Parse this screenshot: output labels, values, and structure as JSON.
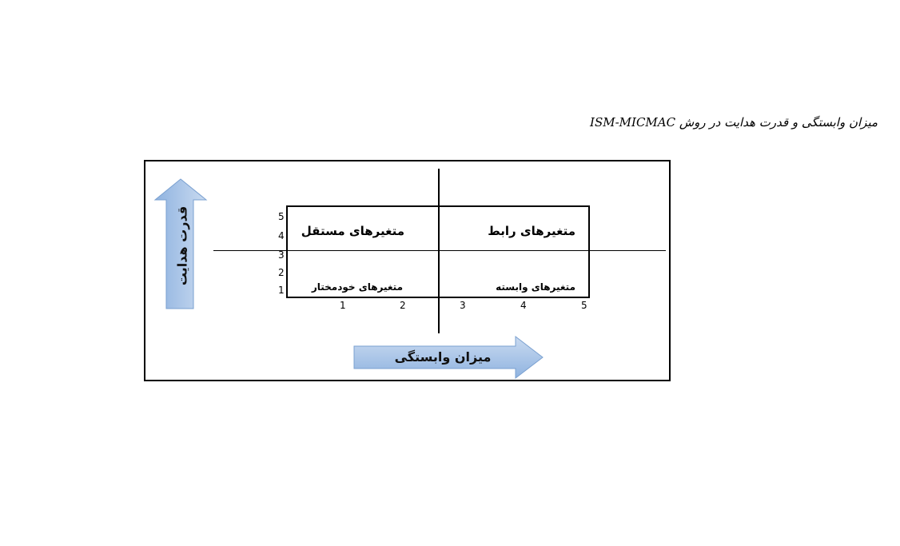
{
  "caption": "میزان وابستگی و قدرت هدایت در روش ISM-MICMAC",
  "quadrants": {
    "independent": "متغیرهای مستقل",
    "linkage": "متغیرهای رابط",
    "autonomous": "متغیرهای خودمختار",
    "dependent": "متغیرهای وابسته"
  },
  "axes": {
    "y_label": "قدرت هدایت",
    "x_label": "میزان وابستگی",
    "y_ticks": [
      "5",
      "4",
      "3",
      "2",
      "1"
    ],
    "x_ticks": [
      "1",
      "2",
      "3",
      "4",
      "5"
    ]
  },
  "colors": {
    "arrow_fill_top": "#c9daf0",
    "arrow_fill_bottom": "#8fb3e0",
    "arrow_stroke": "#7aa0d0"
  }
}
